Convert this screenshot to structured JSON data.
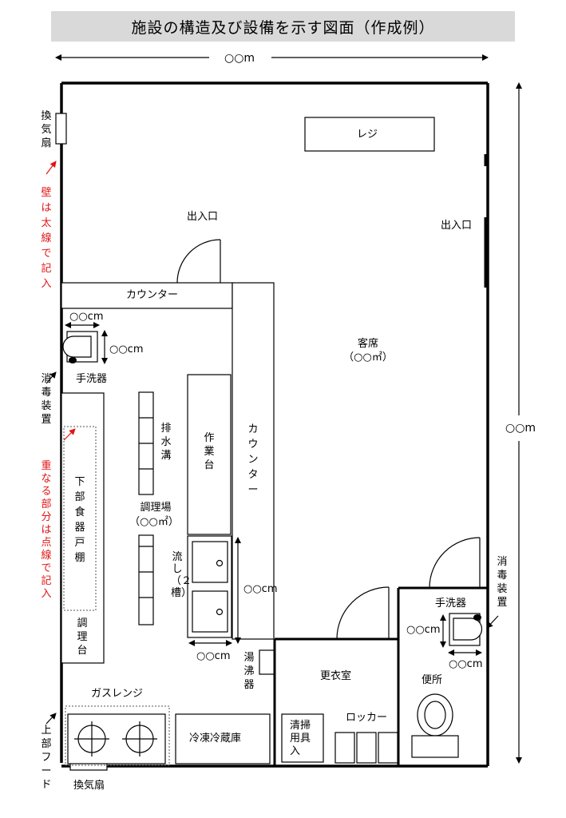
{
  "title": "施設の構造及び設備を示す図面（作成例）",
  "dimensions": {
    "width": "○○m",
    "height": "○○m",
    "handwash_width": "○○cm",
    "handwash_depth": "○○cm",
    "sink_width": "○○cm",
    "sink_depth": "○○cm",
    "toilet_handwash_width": "○○cm",
    "toilet_handwash_depth": "○○cm"
  },
  "rooms": {
    "register": "レジ",
    "entrance_top": "出入口",
    "entrance_right": "出入口",
    "counter_horizontal": "カウンター",
    "counter_vertical": "カウンター",
    "seating": "客席",
    "seating_area": "（○○㎡）",
    "kitchen": "調理場",
    "kitchen_area": "（○○㎡）",
    "work_table": "作業台",
    "drain": "排水溝",
    "sink": "流し（２槽）",
    "lower_cupboard": "下部食器戸棚",
    "prep_table": "調理台",
    "gas_range": "ガスレンジ",
    "fridge": "冷凍冷蔵庫",
    "water_heater": "湯沸器",
    "changing_room": "更衣室",
    "cleaning_storage": "清掃用具入",
    "locker": "ロッカー",
    "toilet": "便所",
    "handwash_kitchen": "手洗器",
    "handwash_toilet": "手洗器"
  },
  "annotations": {
    "vent_fan_top": "換気扇",
    "vent_fan_bottom": "換気扇",
    "thick_wall_note": "壁は太線で記入",
    "disinfect_left": "消毒装置",
    "disinfect_right": "消毒装置",
    "overlap_note": "重なる部分は点線で記入",
    "top_hood": "上部フード"
  },
  "colors": {
    "note": "#e21414",
    "title_bg": "#d9d9d9",
    "line": "#000000"
  }
}
